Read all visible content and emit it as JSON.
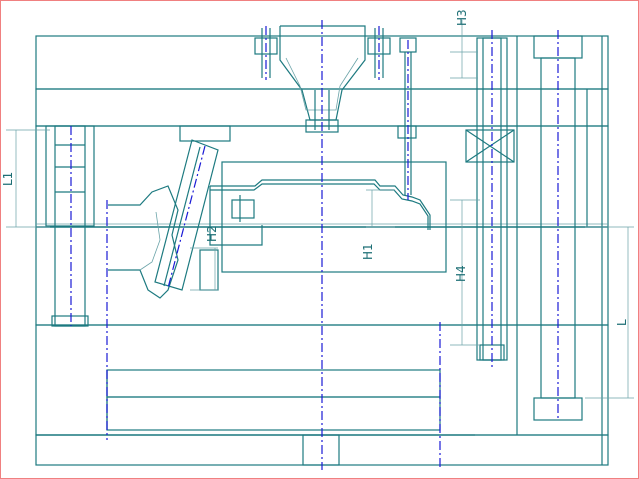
{
  "labels": {
    "L1": "L1",
    "H2": "H2",
    "H1": "H1",
    "H3": "H3",
    "H4": "H4",
    "L": "L"
  },
  "colors": {
    "frame": "#f08080",
    "outline": "#1d7a80",
    "centerline": "#1a1ad6",
    "dimension": "#6aa3a8"
  }
}
